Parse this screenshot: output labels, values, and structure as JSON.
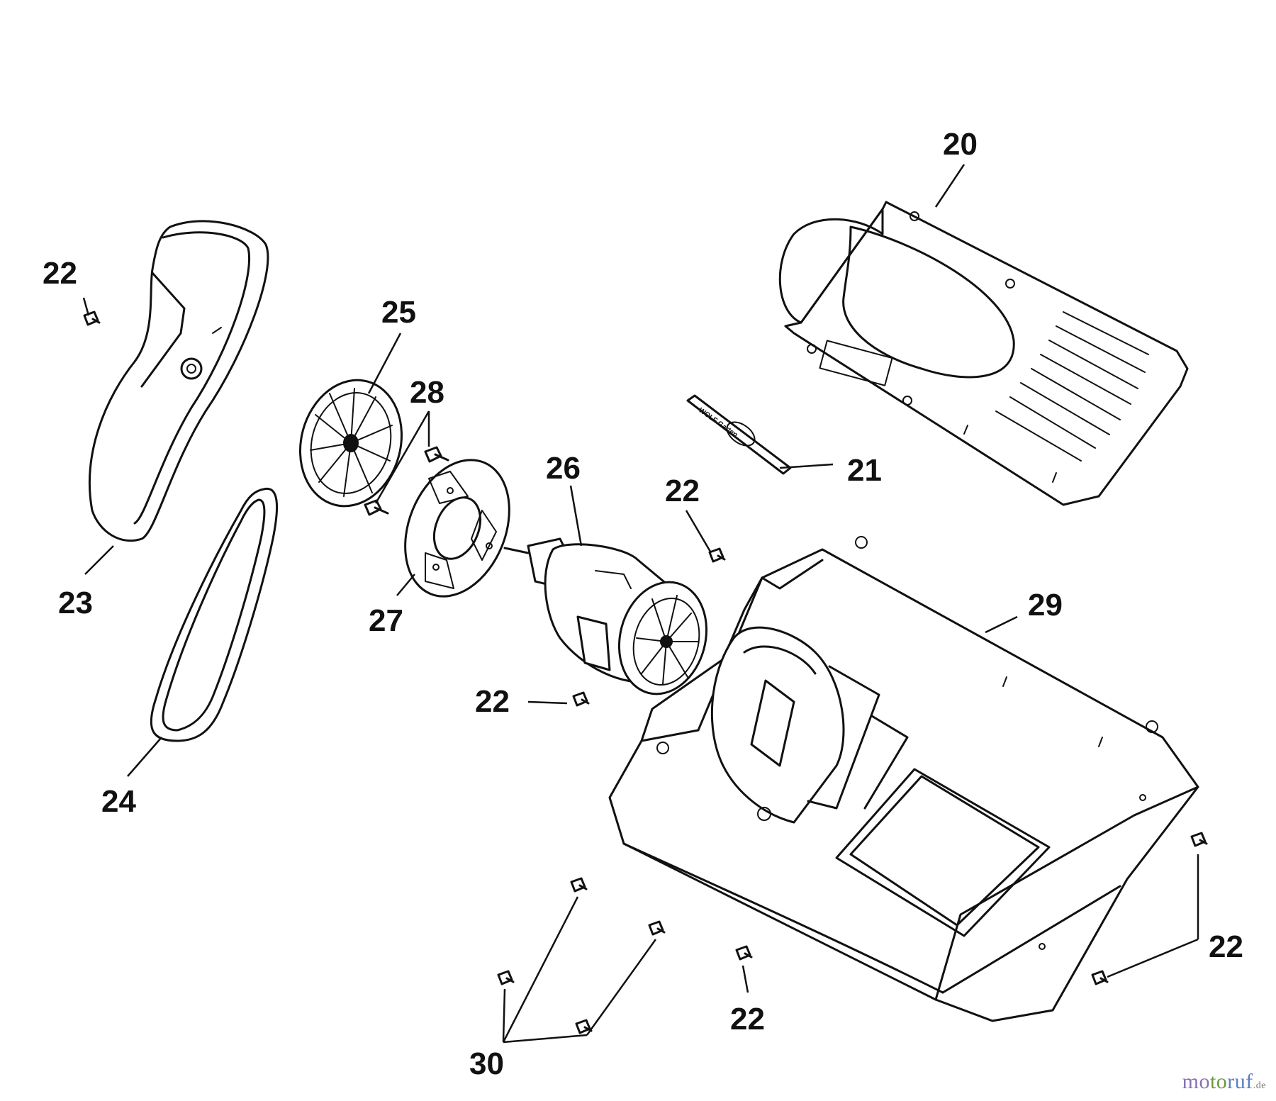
{
  "diagram": {
    "labels": {
      "l20": "20",
      "l21": "21",
      "l22a": "22",
      "l22b": "22",
      "l22c": "22",
      "l22d": "22",
      "l22e": "22",
      "l23": "23",
      "l24": "24",
      "l25": "25",
      "l26": "26",
      "l27": "27",
      "l28": "28",
      "l29": "29",
      "l30": "30"
    },
    "decal_text": "WOLF Garten"
  },
  "watermark": {
    "part1": "mo",
    "part2": "to",
    "part3": "ruf",
    "tld": ".de"
  },
  "colors": {
    "ink": "#111111",
    "background": "#ffffff",
    "watermark_purple": "#8a6fb5",
    "watermark_green": "#6a9a3c",
    "watermark_blue": "#5a7fc4"
  }
}
